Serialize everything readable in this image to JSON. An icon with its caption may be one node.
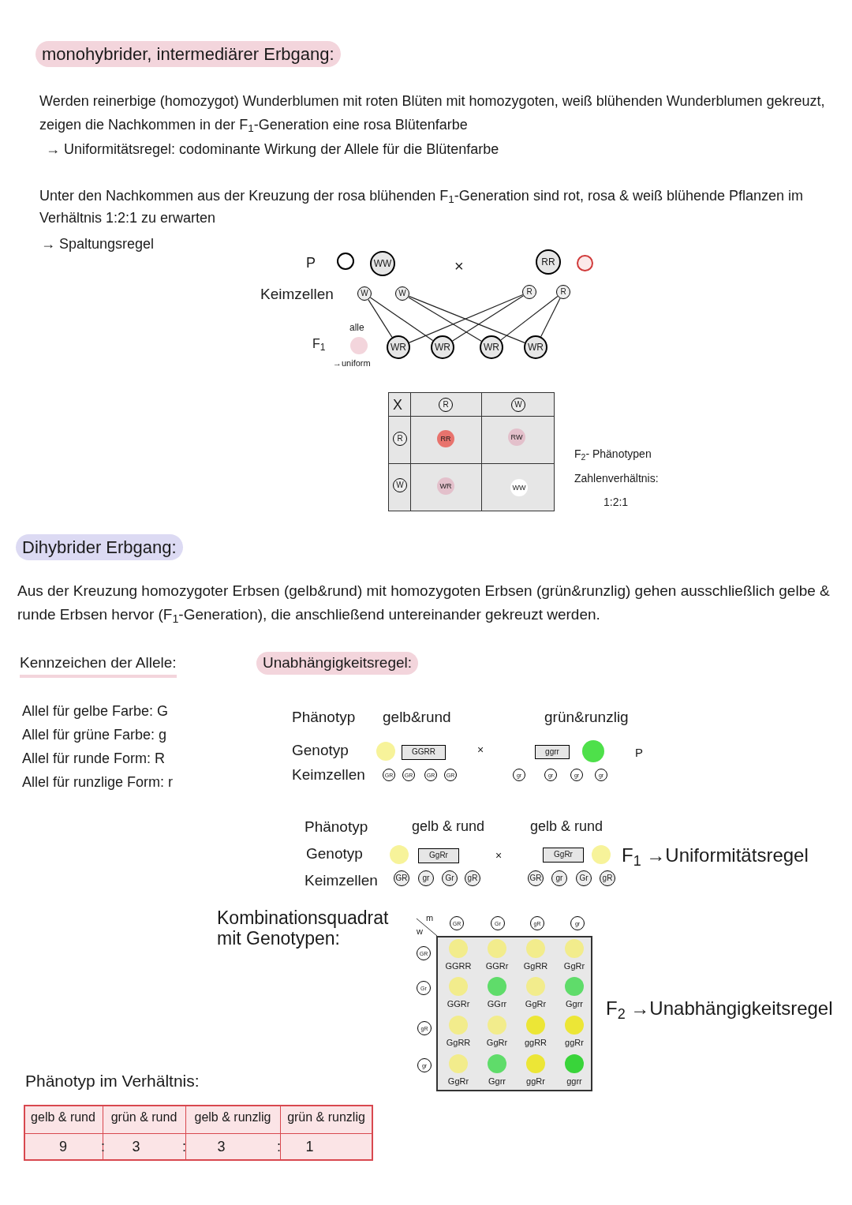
{
  "diagram": {
    "nodes": [
      {
        "text": [
          "WW"
        ]
      },
      {
        "text": [
          "RR"
        ]
      },
      {
        "text": [
          "W"
        ]
      },
      {
        "text": [
          "W"
        ]
      },
      {
        "text": [
          "R"
        ]
      },
      {
        "text": [
          "R"
        ]
      },
      {
        "text": [
          "WR"
        ]
      },
      {
        "text": [
          "WR"
        ]
      },
      {
        "text": [
          "WR"
        ]
      },
      {
        "text": [
          "WR"
        ]
      },
      {
        "text": [
          "R"
        ]
      },
      {
        "text": [
          "W"
        ]
      },
      {
        "text": [
          "R"
        ]
      },
      {
        "text": [
          "W"
        ]
      },
      {
        "text": [
          "RR"
        ]
      },
      {
        "text": [
          "RW"
        ]
      },
      {
        "text": [
          "WR"
        ]
      },
      {
        "text": [
          "WW"
        ]
      },
      {
        "text": [
          "GGRR"
        ]
      },
      {
        "text": [
          "ggrr"
        ]
      },
      {
        "text": [
          "GR"
        ]
      },
      {
        "text": [
          "GR"
        ]
      },
      {
        "text": [
          "GR"
        ]
      },
      {
        "text": [
          "GR"
        ]
      },
      {
        "text": [
          "gr"
        ]
      },
      {
        "text": [
          "gr"
        ]
      },
      {
        "text": [
          "gr"
        ]
      },
      {
        "text": [
          "gr"
        ]
      },
      {
        "text": [
          "GgRr"
        ]
      },
      {
        "text": [
          "GgRr"
        ]
      },
      {
        "text": [
          "GR"
        ]
      },
      {
        "text": [
          "gr"
        ]
      },
      {
        "text": [
          "Gr"
        ]
      },
      {
        "text": [
          "gR"
        ]
      },
      {
        "text": [
          "GR"
        ]
      },
      {
        "text": [
          "gr"
        ]
      },
      {
        "text": [
          "Gr"
        ]
      },
      {
        "text": [
          "gR"
        ]
      },
      {
        "text": [
          "GR"
        ]
      },
      {
        "text": [
          "Gr"
        ]
      },
      {
        "text": [
          "gR"
        ]
      },
      {
        "text": [
          "gr"
        ]
      },
      {
        "text": [
          "GR"
        ]
      },
      {
        "text": [
          "Gr"
        ]
      },
      {
        "text": [
          "gR"
        ]
      },
      {
        "text": [
          "gr"
        ]
      }
    ],
    "edges": [
      {
        "from": 2,
        "to": 6,
        "arrow": "none"
      },
      {
        "from": 2,
        "to": 7,
        "arrow": "none"
      },
      {
        "from": 3,
        "to": 8,
        "arrow": "none"
      },
      {
        "from": 3,
        "to": 9,
        "arrow": "none"
      },
      {
        "from": 4,
        "to": 6,
        "arrow": "none"
      },
      {
        "from": 4,
        "to": 7,
        "arrow": "none"
      },
      {
        "from": 5,
        "to": 8,
        "arrow": "none"
      },
      {
        "from": 5,
        "to": 9,
        "arrow": "none"
      }
    ],
    "labels": [
      "monohybrider, intermediärer Erbgang:",
      "Werden reinerbige (homozygot) Wunderblumen mit roten Blüten mit homozygoten, weiß blühenden Wunderblumen gekreuzt, zeigen die Nachkommen in der F$_{1}$-Generation eine rosa Blütenfarbe",
      "→ Uniformitätsregel: codominante Wirkung der Allele für die Blütenfarbe",
      "Unter den Nachkommen aus der Kreuzung der rosa blühenden F$_{1}$-Generation sind rot, rosa & weiß blühende Pflanzen im Verhältnis 1:2:1 zu erwarten",
      "→ Spaltungsregel",
      "P",
      "×",
      "Keimzellen",
      "alle",
      "F$_{1}$",
      "→uniform",
      "X",
      "F$_{2}$- Phänotypen",
      "Zahlenverhältnis:",
      "1:2:1",
      "Dihybrider Erbgang:",
      "Aus der Kreuzung homozygoter Erbsen (gelb&rund) mit homozygoten Erbsen (grün&runzlig) gehen ausschließlich gelbe & runde Erbsen hervor (F$_{1}$-Generation), die anschließend untereinander gekreuzt werden.",
      "Kennzeichen der Allele:",
      "Allel für gelbe Farbe: G",
      "Allel für grüne Farbe: g",
      "Allel für runde Form: R",
      "Allel für runzlige Form: r",
      "Unabhängigkeitsregel:",
      "Phänotyp",
      "gelb&rund",
      "grün&runzlig",
      "Genotyp",
      "×",
      "P",
      "Keimzellen",
      "Phänotyp",
      "gelb & rund",
      "gelb & rund",
      "Genotyp",
      "×",
      "F$_{1}$ →Uniformitätsregel",
      "Keimzellen",
      "Kombinationsquadrat mit Genotypen:",
      "m",
      "w",
      "GGRR",
      "GGRr",
      "GgRR",
      "GgRr",
      "GGRr",
      "GGrr",
      "GgRr",
      "Ggrr",
      "GgRR",
      "GgRr",
      "ggRR",
      "ggRr",
      "GgRr",
      "Ggrr",
      "ggRr",
      "ggrr",
      "F$_{2}$ →Unabhängigkeitsregel",
      "Phänotyp im Verhältnis:",
      "gelb & rund",
      "grün & rund",
      "gelb & runzlig",
      "grün & runzlig",
      "9",
      ":",
      "3",
      ":",
      "3",
      ":",
      "1"
    ]
  }
}
